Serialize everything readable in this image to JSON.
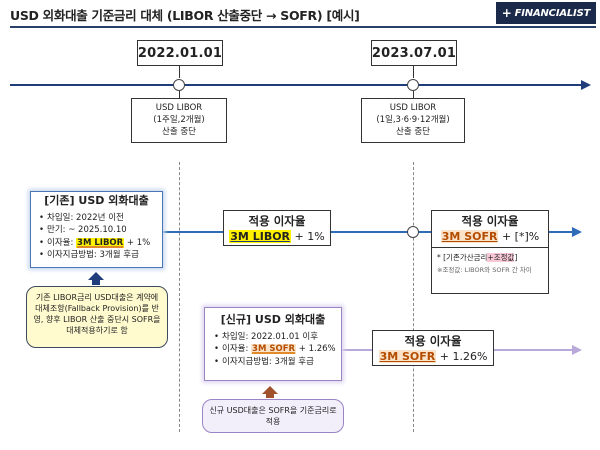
{
  "header": {
    "title": "USD 외화대출 기준금리 대체 (LIBOR 산출중단 → SOFR) [예시]",
    "brand": "FINANCIALIST",
    "brand_mark": "+"
  },
  "timeline": {
    "date1": "2022.01.01",
    "date2": "2023.07.01",
    "event1": {
      "line1": "USD LIBOR",
      "line2": "(1주일,2개월)",
      "line3": "산출 중단"
    },
    "event2": {
      "line1": "USD LIBOR",
      "line2": "(1일,3·6·9·12개월)",
      "line3": "산출 중단"
    }
  },
  "legacy_loan": {
    "heading": "[기존] USD 외화대출",
    "items": [
      {
        "label": "차입일: 2022년 이전"
      },
      {
        "label": "만기: ~  2025.10.10"
      },
      {
        "prefix": "이자율: ",
        "highlight": "3M LIBOR",
        "suffix": " + 1%"
      },
      {
        "label": "이자지급방법: 3개월 후급"
      }
    ],
    "callout": "기존 LIBOR금리 USD대출은 계약에 대체조항(Fallback Provision)를 반영, 향후 LIBOR 산출 중단시 SOFR을 대체적용하기로 함"
  },
  "legacy_rate1": {
    "title": "적용 이자율",
    "highlight": "3M LIBOR",
    "suffix": " + 1%"
  },
  "legacy_rate2": {
    "title": "적용 이자율",
    "highlight": "3M SOFR",
    "suffix": " + [*]%",
    "note_prefix": "* [기존가산금리",
    "note_highlight": "+조정값",
    "note_suffix": "]",
    "note_small": "※조정값: LIBOR와 SOFR 간 차이"
  },
  "new_loan": {
    "heading": "[신규] USD 외화대출",
    "items": [
      {
        "label": "차입일: 2022.01.01 이후"
      },
      {
        "prefix": "이자율: ",
        "highlight": "3M SOFR",
        "suffix": " + 1.26%"
      },
      {
        "label": "이자지급방법: 3개월 후급"
      }
    ],
    "callout": "신규 USD대출은 SOFR을 기준금리로 적용"
  },
  "new_rate": {
    "title": "적용 이자율",
    "highlight": "3M SOFR",
    "suffix": " + 1.26%"
  },
  "colors": {
    "timeline": "#1f3d7a",
    "legacy_arrow": "#2e6cb8",
    "new_arrow": "#b8a9d9",
    "brand_bg": "#1b2a4a",
    "yellow": "#fff200",
    "orange": "#fbe3c9"
  }
}
